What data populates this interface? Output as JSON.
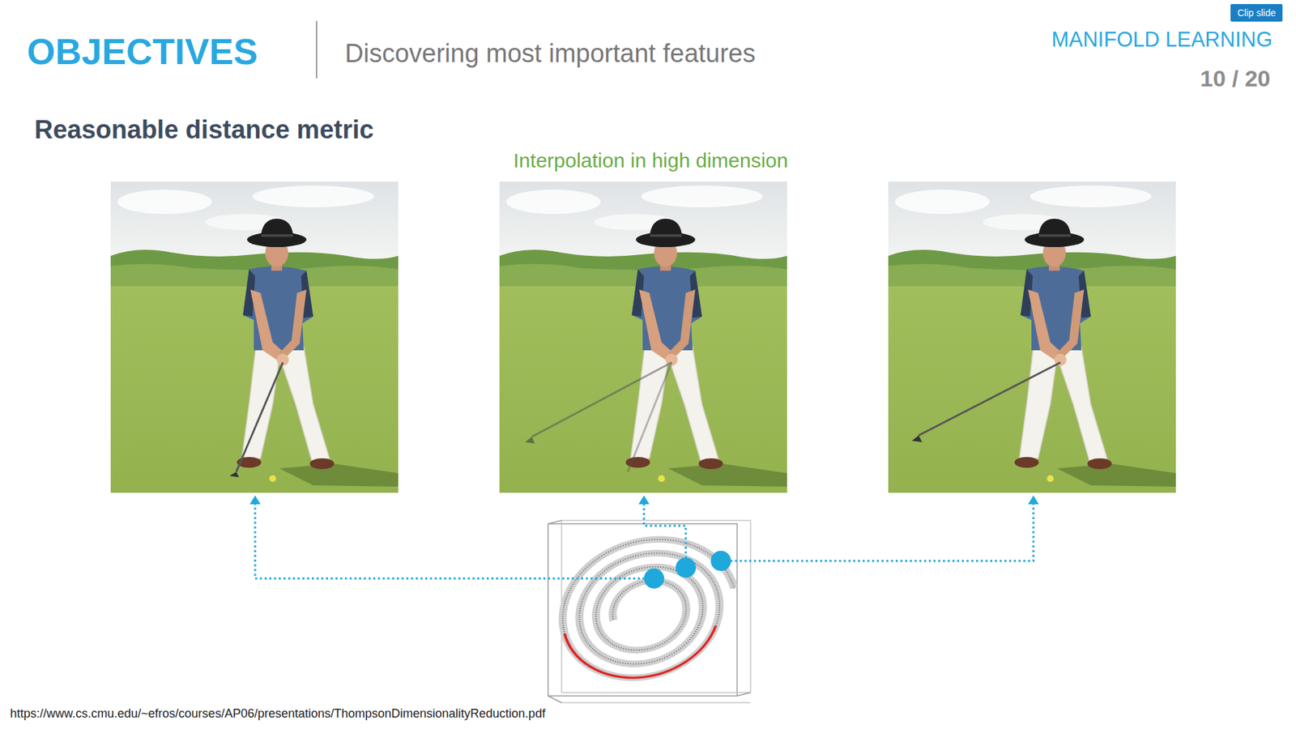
{
  "diagram": {
    "title": "OBJECTIVES",
    "labels": [
      "Discovering most important features",
      "MANIFOLD LEARNING",
      "Clip slide",
      "10 / 20",
      "Reasonable distance metric",
      "Interpolation in high dimension",
      "https://www.cs.cmu.edu/~efros/courses/AP06/presentations/ThompsonDimensionalityReduction.pdf"
    ]
  }
}
